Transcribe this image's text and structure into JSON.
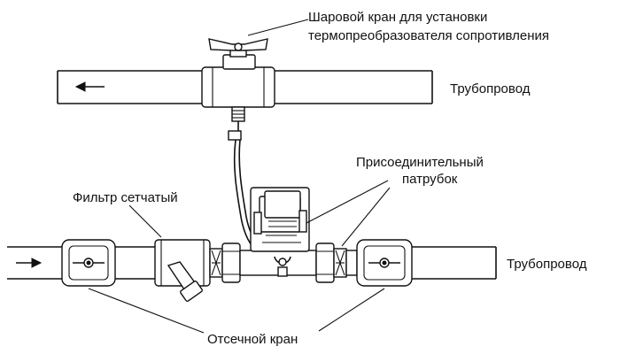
{
  "labels": {
    "ball_valve_line1": "Шаровой кран для установки",
    "ball_valve_line2": "термопреобразователя сопротивления",
    "pipeline_top": "Трубопровод",
    "connector_line1": "Присоединительный",
    "connector_line2": "патрубок",
    "filter": "Фильтр сетчатый",
    "pipeline_right": "Трубопровод",
    "shutoff_valve": "Отсечной кран"
  },
  "colors": {
    "line": "#111111",
    "background": "#ffffff"
  },
  "icons": [
    "flow-arrow-left-icon",
    "flow-arrow-right-icon",
    "valve-handle-icon"
  ]
}
